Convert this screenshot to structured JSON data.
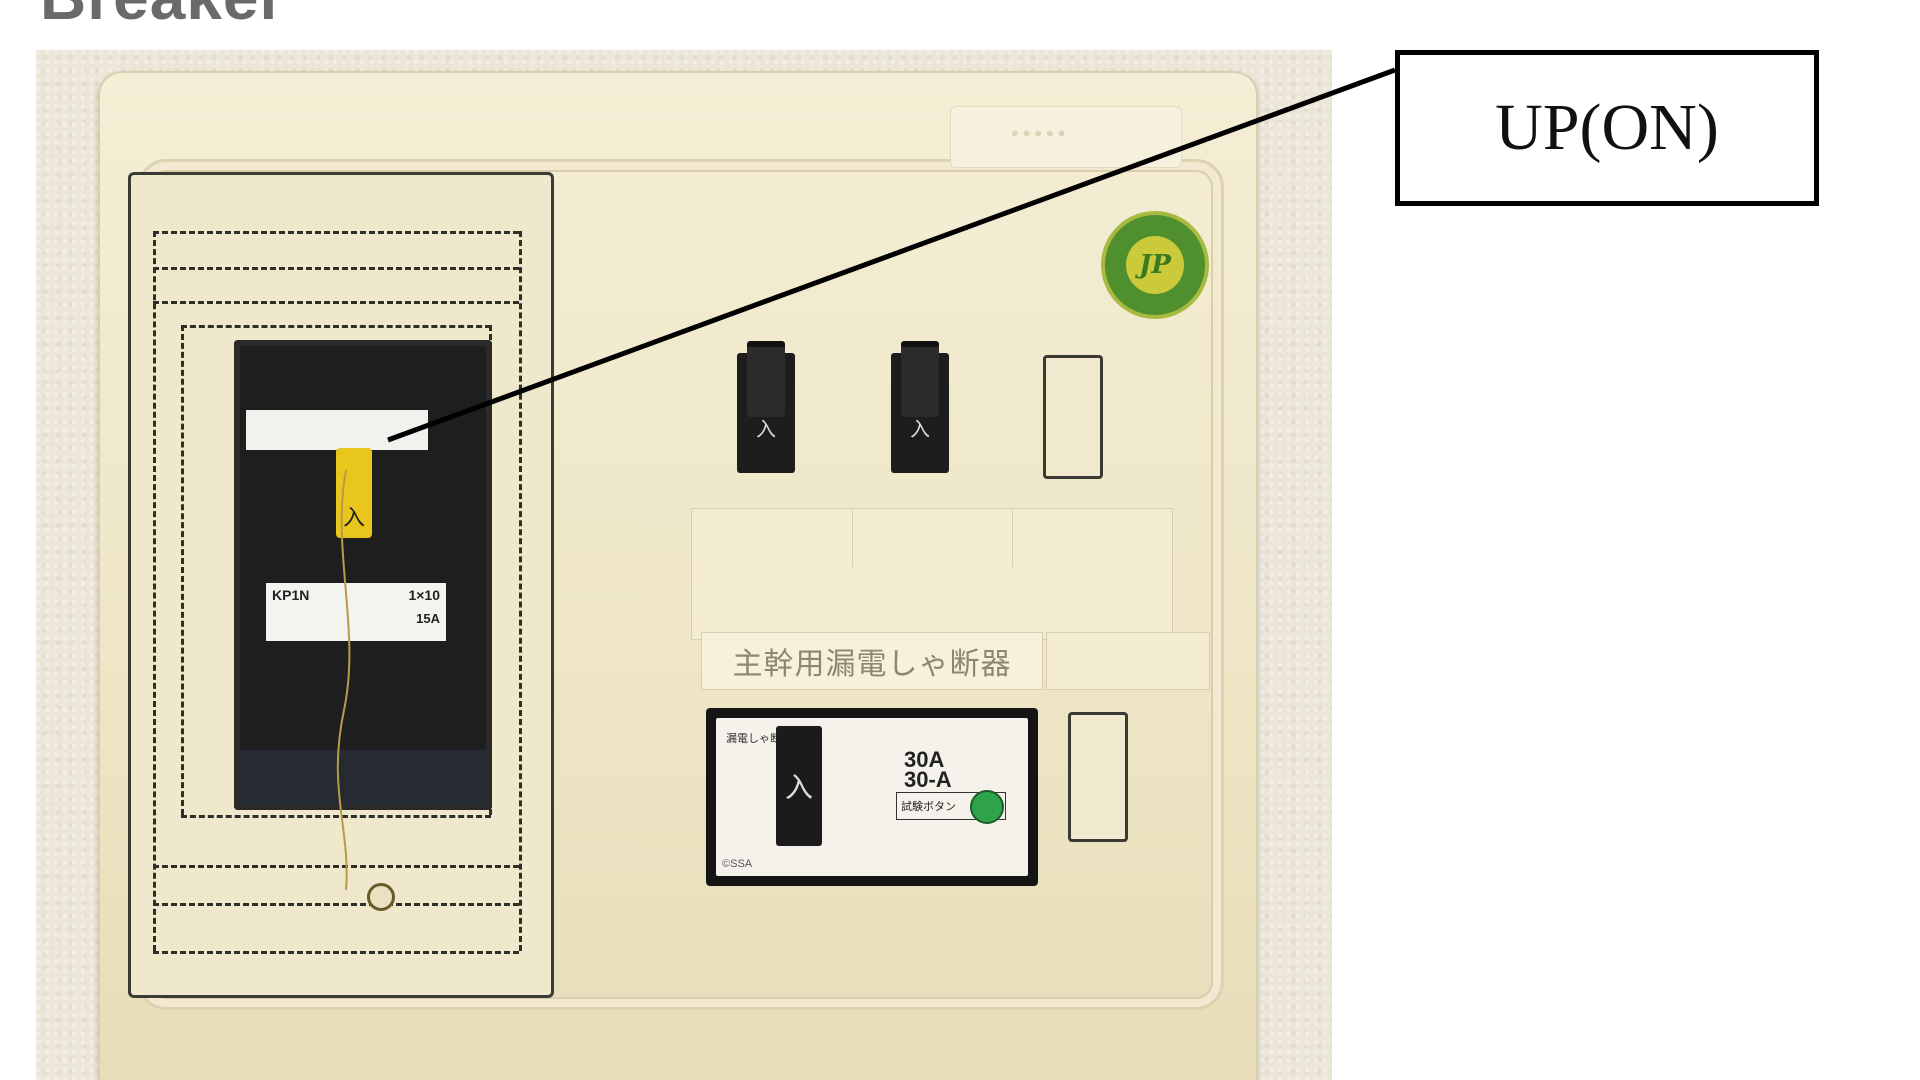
{
  "page": {
    "title": "Breaker"
  },
  "callout": {
    "text": "UP(ON)"
  },
  "panel": {
    "maker_plate": "•••••",
    "jis_mark": "JP",
    "main_breaker": {
      "model_label": "KP1N",
      "rating_line": "1×10",
      "amp": "15A",
      "toggle_glyph": "入"
    },
    "branch_breakers": [
      {
        "glyph": "入"
      },
      {
        "glyph": "入"
      }
    ],
    "elcb_label": "主幹用漏電しゃ断器",
    "elcb": {
      "brand": "漏電しゃ断器",
      "toggle_glyph": "入",
      "top_rating": "30",
      "rating_1": "30A",
      "rating_2": "30-A",
      "test_button_label": "試験ボタン",
      "bottom_text": "©SSA"
    }
  }
}
